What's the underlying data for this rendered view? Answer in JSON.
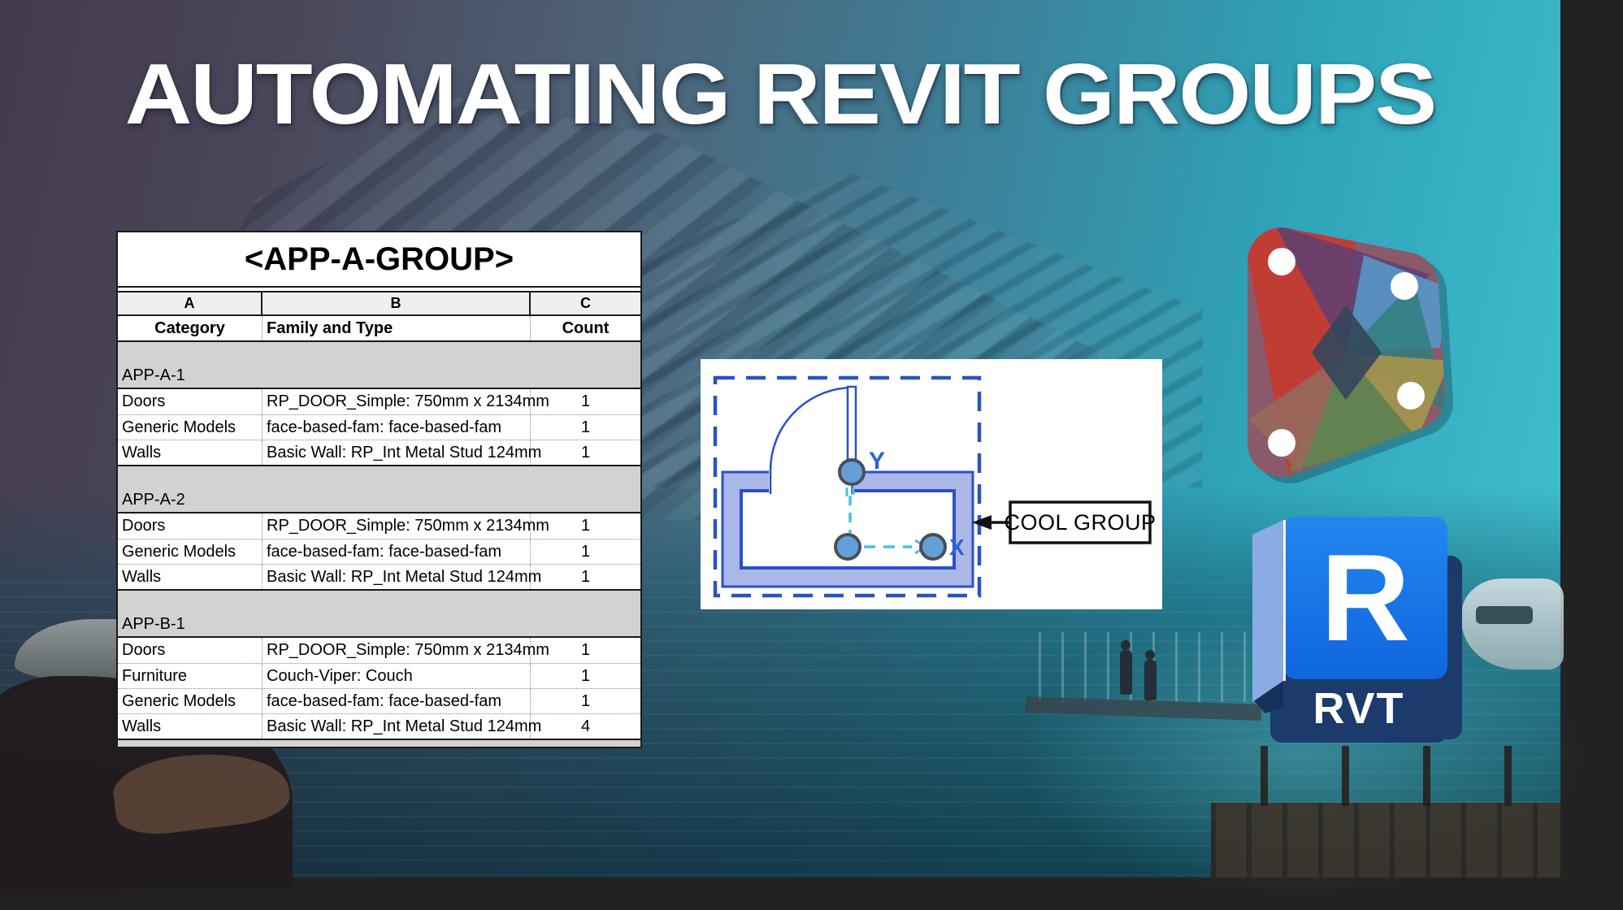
{
  "title": "AUTOMATING REVIT GROUPS",
  "schedule": {
    "title": "<APP-A-GROUP>",
    "column_letters": [
      "A",
      "B",
      "C"
    ],
    "column_headers": [
      "Category",
      "Family and Type",
      "Count"
    ],
    "sections": [
      {
        "name": "APP-A-1",
        "rows": [
          [
            "Doors",
            "RP_DOOR_Simple: 750mm x 2134mm",
            "1"
          ],
          [
            "Generic Models",
            "face-based-fam: face-based-fam",
            "1"
          ],
          [
            "Walls",
            "Basic Wall: RP_Int Metal Stud 124mm",
            "1"
          ]
        ]
      },
      {
        "name": "APP-A-2",
        "rows": [
          [
            "Doors",
            "RP_DOOR_Simple: 750mm x 2134mm",
            "1"
          ],
          [
            "Generic Models",
            "face-based-fam: face-based-fam",
            "1"
          ],
          [
            "Walls",
            "Basic Wall: RP_Int Metal Stud 124mm",
            "1"
          ]
        ]
      },
      {
        "name": "APP-B-1",
        "rows": [
          [
            "Doors",
            "RP_DOOR_Simple: 750mm x 2134mm",
            "1"
          ],
          [
            "Furniture",
            "Couch-Viper: Couch",
            "1"
          ],
          [
            "Generic Models",
            "face-based-fam: face-based-fam",
            "1"
          ],
          [
            "Walls",
            "Basic Wall: RP_Int Metal Stud 124mm",
            "4"
          ]
        ]
      }
    ]
  },
  "diagram": {
    "label": "COOL GROUP",
    "axis_x": "X",
    "axis_y": "Y"
  },
  "icons": {
    "pyrevit": "pyrevit-logo",
    "revit_letter": "R",
    "revit_badge": "RVT"
  },
  "colors": {
    "bg_purple": "#46394e",
    "bg_teal": "#2fa3b8",
    "schedule_band_gray": "#d2d2d2",
    "diagram_blue": "#2b50c8",
    "wall_fill": "#aab7e7",
    "cyan_axis": "#49c0e8",
    "dot_fill": "#64a0d8",
    "revit_blue": "#1b73e8",
    "revit_navy": "#1c3a6b",
    "revit_fold": "#8aabe4"
  }
}
